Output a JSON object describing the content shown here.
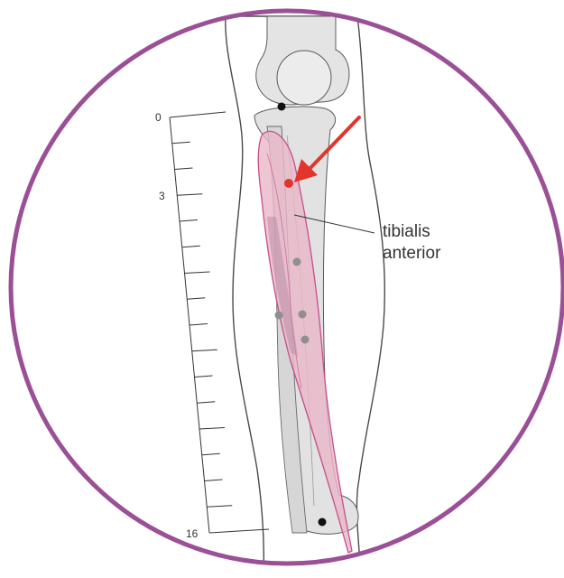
{
  "scale": {
    "start_label": "0",
    "mid_label": "3",
    "end_label": "16",
    "divisions": 16
  },
  "label": {
    "line1": "tibialis",
    "line2": "anterior"
  },
  "colors": {
    "circle": "#9b4f96",
    "muscle_fill": "#e8b7c8",
    "muscle_stroke": "#c64f8a",
    "bone": "#e4e4e4",
    "outline": "#4a4a4a",
    "arrow": "#e2352b",
    "point_main": "#e2352b",
    "point_secondary": "#8f8f8f"
  },
  "icons": {
    "arrow": "red-arrow-icon",
    "main_point": "acupoint-red-icon",
    "secondary_points": "acupoint-grey-icon"
  }
}
